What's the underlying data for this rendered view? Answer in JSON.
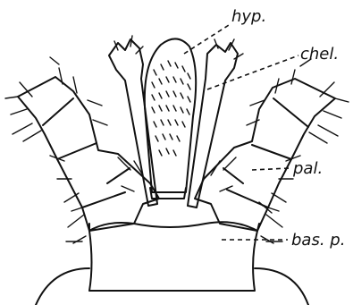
{
  "labels": {
    "hypostome": "hyp.",
    "chelicera": "chel.",
    "palp": "pal.",
    "basis": "bas. p."
  }
}
